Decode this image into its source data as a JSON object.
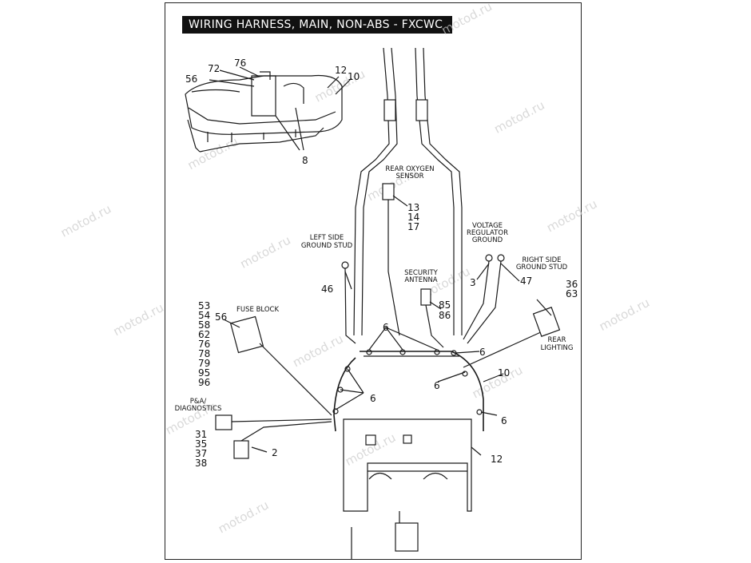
{
  "title": "WIRING HARNESS, MAIN, NON-ABS - FXCWC",
  "watermark": "motod.ru",
  "labels": {
    "rear_oxygen_sensor": [
      "REAR OXYGEN",
      "SENSOR"
    ],
    "voltage_regulator_ground": [
      "VOLTAGE",
      "REGULATOR",
      "GROUND"
    ],
    "left_side_ground_stud": [
      "LEFT SIDE",
      "GROUND STUD"
    ],
    "right_side_ground_stud": [
      "RIGHT SIDE",
      "GROUND STUD"
    ],
    "security_antenna": [
      "SECURITY",
      "ANTENNA"
    ],
    "fuse_block": "FUSE BLOCK",
    "rear_lighting": [
      "REAR",
      "LIGHTING"
    ],
    "pa_diagnostics": [
      "P&A/",
      "DIAGNOSTICS"
    ]
  },
  "callouts": {
    "inset": [
      "72",
      "76",
      "56",
      "12",
      "10",
      "8"
    ],
    "oxygen": [
      "13",
      "14",
      "17"
    ],
    "left_ground": "46",
    "voltage_ground": "3",
    "right_ground": "47",
    "antenna": [
      "85",
      "86"
    ],
    "rear_lighting": [
      "36",
      "63"
    ],
    "fuse_block_list": [
      "53",
      "54",
      "58",
      "62",
      "76",
      "78",
      "79",
      "95",
      "96"
    ],
    "fuse_block_56": "56",
    "clip": "6",
    "harness_10": "10",
    "harness_12": "12",
    "diag_list": [
      "31",
      "35",
      "37",
      "38"
    ],
    "diag_2": "2"
  },
  "colors": {
    "line": "#1a1a1a",
    "title_bg": "#111111",
    "title_fg": "#ffffff",
    "watermark": "#c9c9c9"
  }
}
